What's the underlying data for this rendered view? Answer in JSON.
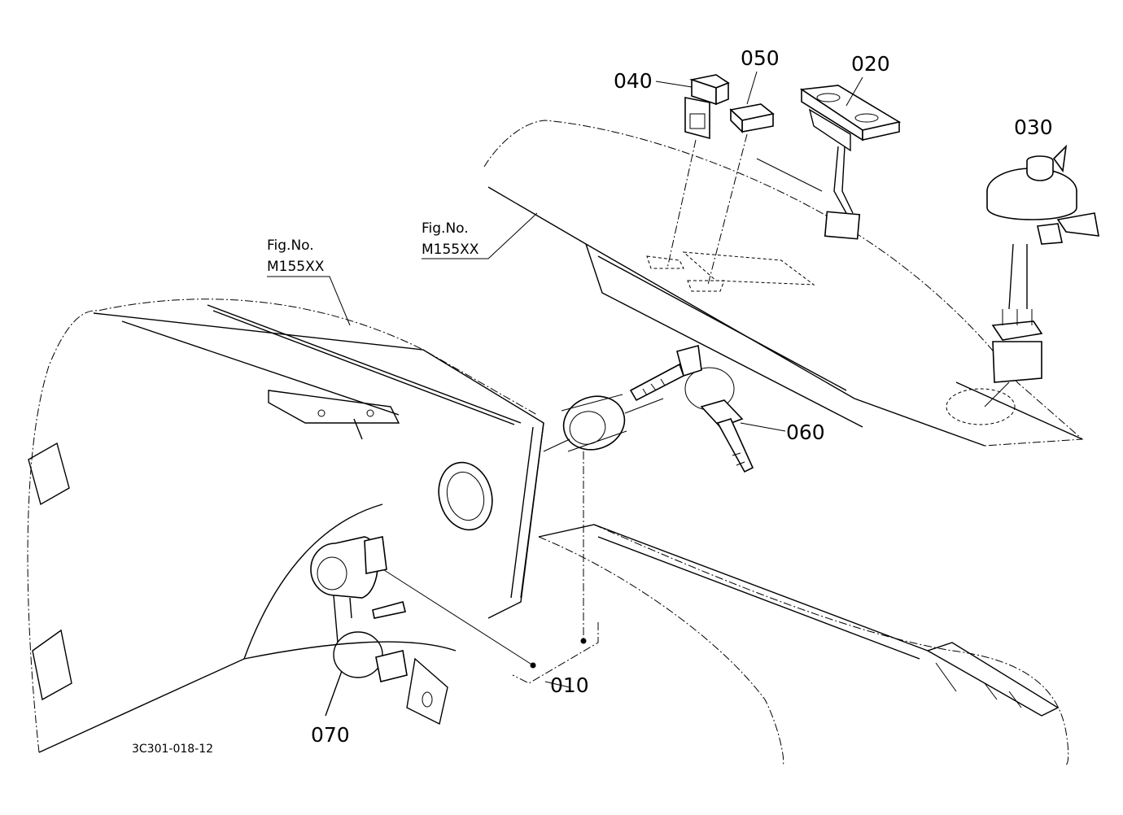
{
  "figure_refs": {
    "upper": {
      "line1": "Fig.No.",
      "line2": "M155XX"
    },
    "left": {
      "line1": "Fig.No.",
      "line2": "M155XX"
    }
  },
  "parts": {
    "p010": "010",
    "p020": "020",
    "p030": "030",
    "p040": "040",
    "p050": "050",
    "p060": "060",
    "p070": "070"
  },
  "drawing_code": "3C301-018-12"
}
